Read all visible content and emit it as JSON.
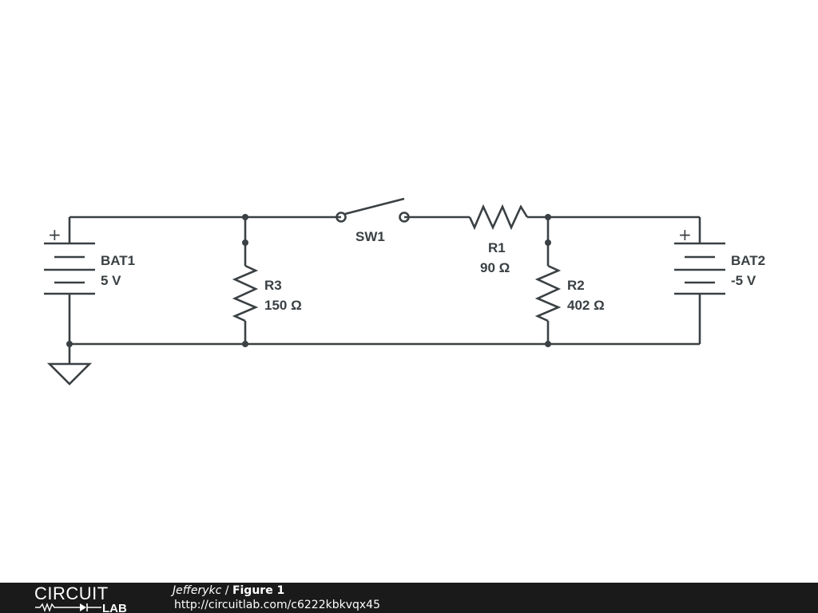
{
  "schematic": {
    "components": {
      "bat1": {
        "name": "BAT1",
        "value": "5 V",
        "polarity": "+"
      },
      "bat2": {
        "name": "BAT2",
        "value": "-5 V",
        "polarity": "+"
      },
      "r1": {
        "name": "R1",
        "value": "90 Ω"
      },
      "r2": {
        "name": "R2",
        "value": "402 Ω"
      },
      "r3": {
        "name": "R3",
        "value": "150 Ω"
      },
      "sw1": {
        "name": "SW1"
      }
    }
  },
  "footer": {
    "logo_top": "CIRCUIT",
    "logo_bottom": "LAB",
    "author": "Jefferykc",
    "separator": " / ",
    "title": "Figure 1",
    "url": "http://circuitlab.com/c6222kbkvqx45"
  },
  "colors": {
    "wire": "#3a4043",
    "footer_bg": "#1a1a1a",
    "footer_text": "#ffffff"
  }
}
